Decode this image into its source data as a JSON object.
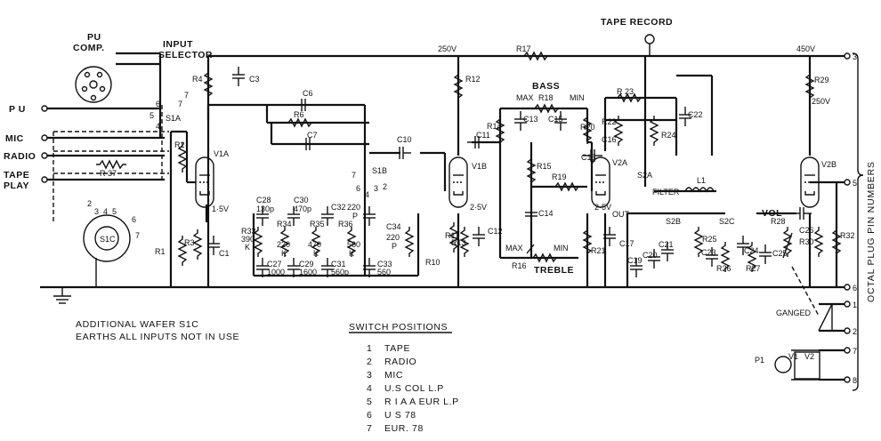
{
  "labels": {
    "pu_comp_1": "PU",
    "pu_comp_2": "COMP.",
    "input_selector_1": "INPUT",
    "input_selector_2": "SELECTOR",
    "pu": "P U",
    "mic": "MIC",
    "radio": "RADIO",
    "tape_play_1": "TAPE",
    "tape_play_2": "PLAY",
    "s1a": "S1A",
    "s1b": "S1B",
    "s1c": "S1C",
    "v1a": "V1A",
    "v1b": "V1B",
    "v2a": "V2A",
    "v2b": "V2B",
    "bass": "BASS",
    "treble": "TREBLE",
    "max_top": "MAX",
    "min_top": "MIN",
    "max_bot": "MAX",
    "min_bot": "MIN",
    "tape_record": "TAPE RECORD",
    "filter": "FILTER",
    "out": "OUT",
    "vol": "VOL",
    "ganged": "GANGED",
    "l1": "L1",
    "s2a": "S2A",
    "s2b": "S2B",
    "s2c": "S2C",
    "p1": "P1",
    "v1": "V1",
    "v2": "V2",
    "v_250_a": "250V",
    "v_250_b": "250V",
    "v_450": "450V",
    "v_15": "1·5V",
    "v_25_a": "2·5V",
    "v_25_b": "2·5V"
  },
  "components": {
    "r1": "R1",
    "r2": "R2",
    "r3": "R3",
    "r4": "R4",
    "r6": "R6",
    "r10": "R10",
    "r11": "R11",
    "r12": "R12",
    "r13": "R13",
    "r14": "R14",
    "r15": "R15",
    "r16": "R16",
    "r17": "R17",
    "r18": "R18",
    "r19": "R19",
    "r20": "R20",
    "r21": "R21",
    "r22": "R22",
    "r23": "R 23",
    "r24": "R24",
    "r25": "R25",
    "r26": "R26",
    "r27": "R27",
    "r28": "R28",
    "r29": "R29",
    "r30": "R30",
    "r32": "R32",
    "r37": "R 37",
    "r33": "R33",
    "r33v1": "390",
    "r33v2": "K",
    "r34": "R34",
    "r34v1": "220",
    "r34v2": "K",
    "r35": "R35",
    "r35v1": "470",
    "r35v2": "K",
    "r36": "R36",
    "r36v1": "560",
    "r36v2": "K",
    "c1": "C1",
    "c3": "C3",
    "c6": "C6",
    "c7": "C7",
    "c10": "C10",
    "c11": "C11",
    "c12": "C12",
    "c13": "C13",
    "c14": "C14",
    "c15": "C15",
    "c16a": "C16",
    "c16b": "C16",
    "c17": "C17",
    "c19": "C19",
    "c20": "C20",
    "c21": "C21",
    "c22": "C22",
    "c23": "C23",
    "c24": "C24",
    "c25": "C25",
    "c26": "C26",
    "c28": "C28",
    "c28v": "130p",
    "c30": "C30",
    "c30v": "470p",
    "c32": "C32",
    "c32v1": "220",
    "c32v2": "P",
    "c34": "C34",
    "c34v1": "220",
    "c34v2": "P",
    "c27": "C27",
    "c27v": "1000",
    "c29": "C29",
    "c29v": "1600",
    "c31": "C31",
    "c31v": "560p",
    "c33": "C33",
    "c33v": "560"
  },
  "switch_numbers": [
    "1",
    "2",
    "3",
    "4",
    "5",
    "6",
    "7"
  ],
  "octal_pins": [
    "3",
    "5",
    "6",
    "1",
    "2",
    "7",
    "8"
  ],
  "octal_label": "OCTAL PLUG PIN NUMBERS",
  "notes": {
    "wafer_1": "ADDITIONAL WAFER S1C",
    "wafer_2": "EARTHS ALL INPUTS NOT IN USE"
  },
  "switch_positions": {
    "title": "SWITCH POSITIONS",
    "items": [
      {
        "num": "1",
        "label": "TAPE"
      },
      {
        "num": "2",
        "label": "RADIO"
      },
      {
        "num": "3",
        "label": "MIC"
      },
      {
        "num": "4",
        "label": "U.S COL L.P"
      },
      {
        "num": "5",
        "label": "R I A A  EUR L.P"
      },
      {
        "num": "6",
        "label": "U S 78"
      },
      {
        "num": "7",
        "label": "EUR. 78"
      }
    ]
  }
}
